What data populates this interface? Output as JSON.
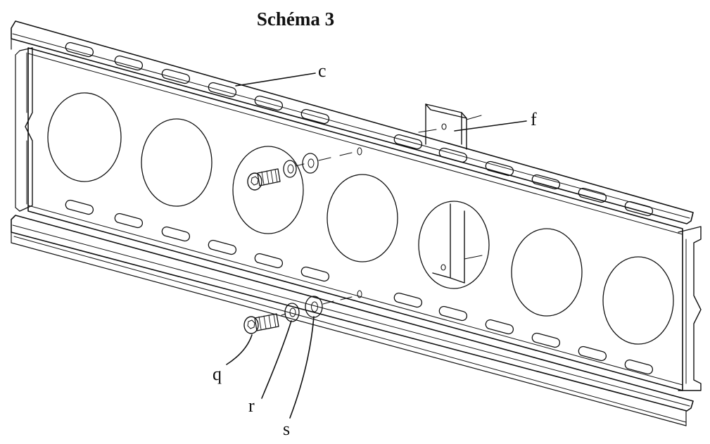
{
  "diagram": {
    "title": "Schéma 3",
    "callouts": {
      "c": "c",
      "f": "f",
      "q": "q",
      "r": "r",
      "s": "s"
    }
  }
}
